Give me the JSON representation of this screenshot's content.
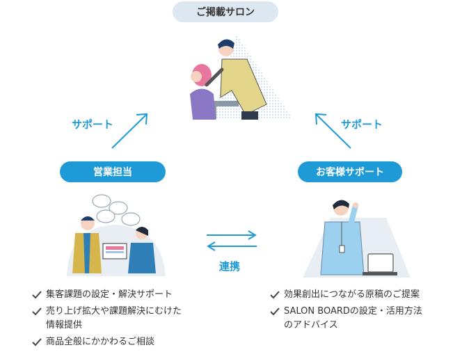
{
  "top": {
    "label": "ご掲載サロン"
  },
  "left": {
    "label": "営業担当",
    "items": [
      "集客課題の設定・解決サポート",
      "売り上げ拡大や課題解決にむけた\n情報提供",
      "商品全般にかかわるご相談"
    ]
  },
  "right": {
    "label": "お客様サポート",
    "items": [
      "効果創出につながる原稿のご提案",
      "SALON BOARDの設定・活用方法\nのアドバイス"
    ]
  },
  "arrows": {
    "left_label": "サポート",
    "right_label": "サポート",
    "center_label": "連携"
  },
  "colors": {
    "accent": "#1e9ad6",
    "top_pill": "#dde7f1",
    "figure_bg": "#e8eef4",
    "check": "#444444"
  },
  "icons": [
    "check-icon",
    "salon-illustration",
    "sales-illustration",
    "support-illustration",
    "speech-bubble-icon"
  ]
}
